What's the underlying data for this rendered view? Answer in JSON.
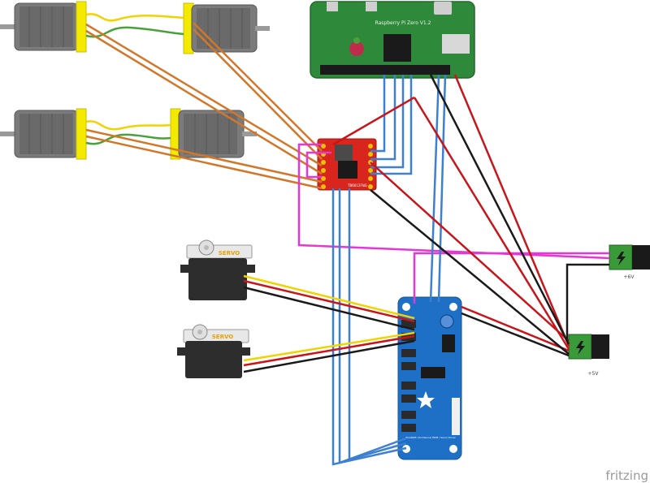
{
  "board": {
    "label": "Raspberry Pi Zero V1.2"
  },
  "motor_driver": {
    "label": "TB6612FNG"
  },
  "pwm_driver": {
    "label": "PCA9685 16-Channel PWM / Servo Driver"
  },
  "servos": [
    {
      "label": "SERVO"
    },
    {
      "label": "SERVO"
    }
  ],
  "power_jacks": [
    {
      "label": "+6V"
    },
    {
      "label": "+5V"
    }
  ],
  "watermark": "fritzing",
  "wire_colors": {
    "red": "#c8151b",
    "black": "#1a1a1a",
    "blue": "#3d7fd1",
    "magenta": "#e536d6",
    "orange": "#d2772a",
    "yellow": "#f1d300",
    "green": "#4aa13b"
  },
  "part_colors": {
    "pi_green": "#2e8a3a",
    "driver_red": "#d8261f",
    "pwm_blue": "#1e6fc6",
    "motor_gray": "#7b7b7b",
    "motor_tab_yellow": "#f4ea00",
    "servo_dark": "#2d2d2d",
    "jack_green": "#3a9a3a"
  }
}
